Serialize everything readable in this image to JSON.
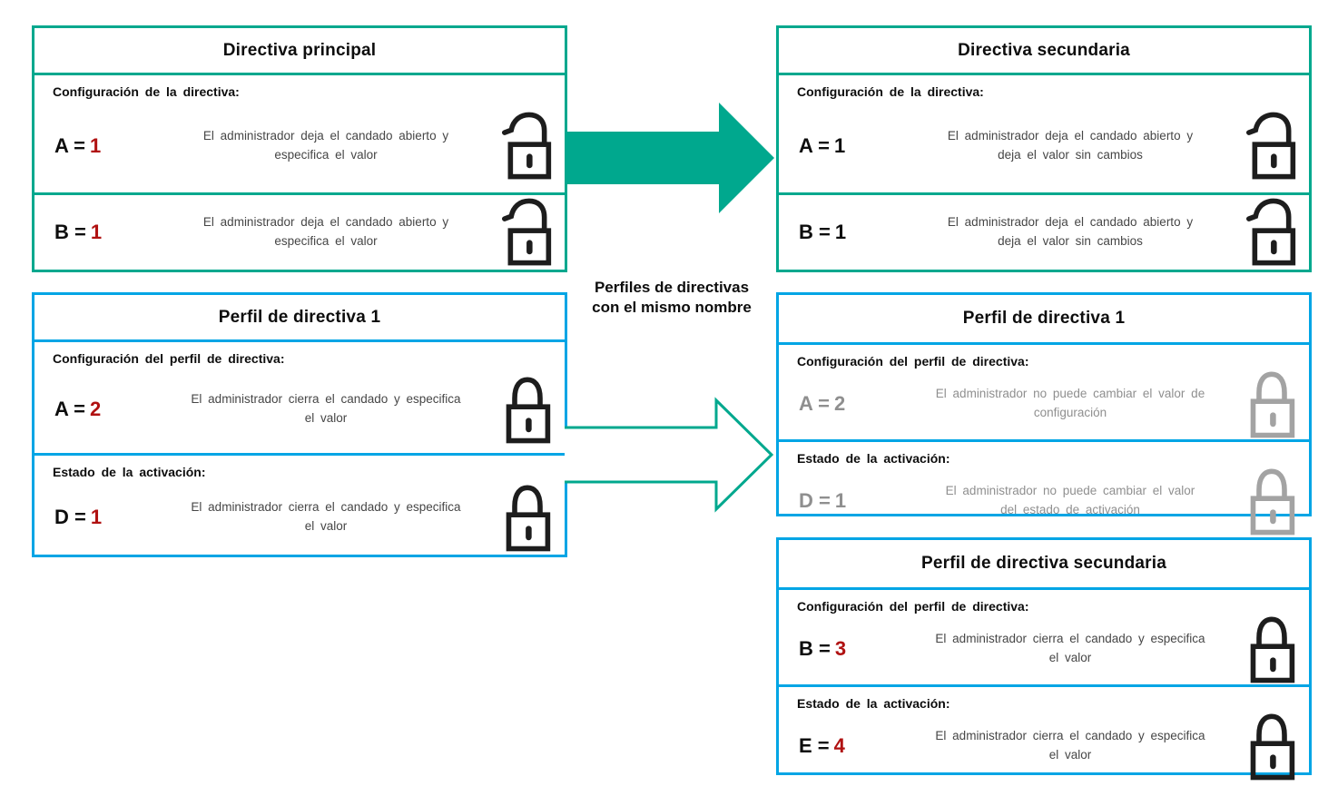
{
  "palette": {
    "teal": "#00a88e",
    "blue": "#00a5e5",
    "red": "#b01111",
    "gray_text": "#8f8f8f",
    "gray_lock": "#a3a3a3",
    "lock_black": "#1d1d1d",
    "desc_text": "#464646"
  },
  "connector": {
    "label_line1": "Perfiles de directivas",
    "label_line2": "con el mismo nombre",
    "solid_arrow_icon": "arrow-right-solid",
    "outline_arrow_icon": "arrow-right-outline"
  },
  "boxes": {
    "principal": {
      "title": "Directiva principal",
      "rows": [
        {
          "label": "Configuración  de la directiva:",
          "var": "A =",
          "value": "1",
          "value_style": "red",
          "desc": [
            "El administrador  deja  el candado  abierto  y",
            "especifica  el valor"
          ],
          "icon": "lock-open"
        },
        {
          "var": "B =",
          "value": "1",
          "value_style": "red",
          "desc": [
            "El administrador  deja  el candado  abierto  y",
            "especifica  el valor"
          ],
          "icon": "lock-open"
        }
      ]
    },
    "secundaria": {
      "title": "Directiva secundaria",
      "rows": [
        {
          "label": "Configuración  de la directiva:",
          "var": "A =",
          "value": "1",
          "value_style": "black",
          "desc": [
            "El administrador  deja  el candado  abierto  y",
            "deja  el valor  sin cambios"
          ],
          "icon": "lock-open"
        },
        {
          "var": "B =",
          "value": "1",
          "value_style": "black",
          "desc": [
            "El administrador  deja  el candado  abierto  y",
            "deja  el valor  sin cambios"
          ],
          "icon": "lock-open"
        }
      ]
    },
    "perfil1_left": {
      "title": "Perfil de directiva 1",
      "rows": [
        {
          "label": "Configuración  del perfil  de directiva:",
          "var": "A =",
          "value": "2",
          "value_style": "red",
          "desc": [
            "El administrador  cierra  el candado  y especifica",
            "el valor"
          ],
          "icon": "lock-closed"
        },
        {
          "label": "Estado  de la activación:",
          "var": "D =",
          "value": "1",
          "value_style": "red",
          "desc": [
            "El administrador  cierra  el candado  y especifica",
            "el valor"
          ],
          "icon": "lock-closed"
        }
      ]
    },
    "perfil1_right": {
      "title": "Perfil de directiva 1",
      "rows": [
        {
          "label": "Configuración  del perfil  de directiva:",
          "var": "A =",
          "value": "2",
          "value_style": "gray",
          "state": "disabled",
          "desc": [
            "El administrador  no puede  cambiar  el valor  de",
            "configuración"
          ],
          "icon": "lock-closed-disabled"
        },
        {
          "label": "Estado  de la activación:",
          "var": "D =",
          "value": "1",
          "value_style": "gray",
          "state": "disabled",
          "desc": [
            "El administrador  no puede  cambiar  el valor",
            "del estado  de activación"
          ],
          "icon": "lock-closed-disabled"
        }
      ]
    },
    "perfil_secundaria": {
      "title": "Perfil de directiva secundaria",
      "rows": [
        {
          "label": "Configuración  del perfil  de directiva:",
          "var": "B =",
          "value": "3",
          "value_style": "red",
          "desc": [
            "El administrador  cierra  el candado  y especifica",
            "el valor"
          ],
          "icon": "lock-closed"
        },
        {
          "label": "Estado  de la activación:",
          "var": "E =",
          "value": "4",
          "value_style": "red",
          "desc": [
            "El administrador  cierra  el candado  y especifica",
            "el valor"
          ],
          "icon": "lock-closed"
        }
      ]
    }
  }
}
